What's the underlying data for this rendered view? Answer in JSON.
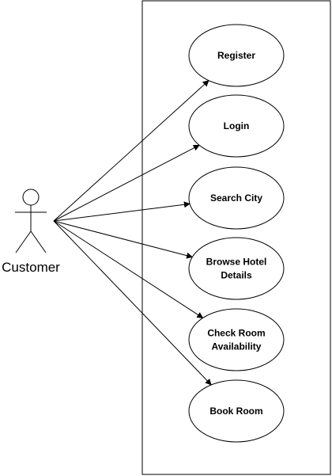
{
  "diagram": {
    "actor": {
      "label": "Customer"
    },
    "use_cases": [
      {
        "id": "register",
        "lines": [
          "Register"
        ]
      },
      {
        "id": "login",
        "lines": [
          "Login"
        ]
      },
      {
        "id": "search-city",
        "lines": [
          "Search City"
        ]
      },
      {
        "id": "browse-hotel-details",
        "lines": [
          "Browse Hotel",
          "Details"
        ]
      },
      {
        "id": "check-room-availability",
        "lines": [
          "Check Room",
          "Availability"
        ]
      },
      {
        "id": "book-room",
        "lines": [
          "Book Room"
        ]
      }
    ],
    "colors": {
      "stroke": "#000000",
      "fill": "#ffffff"
    }
  }
}
